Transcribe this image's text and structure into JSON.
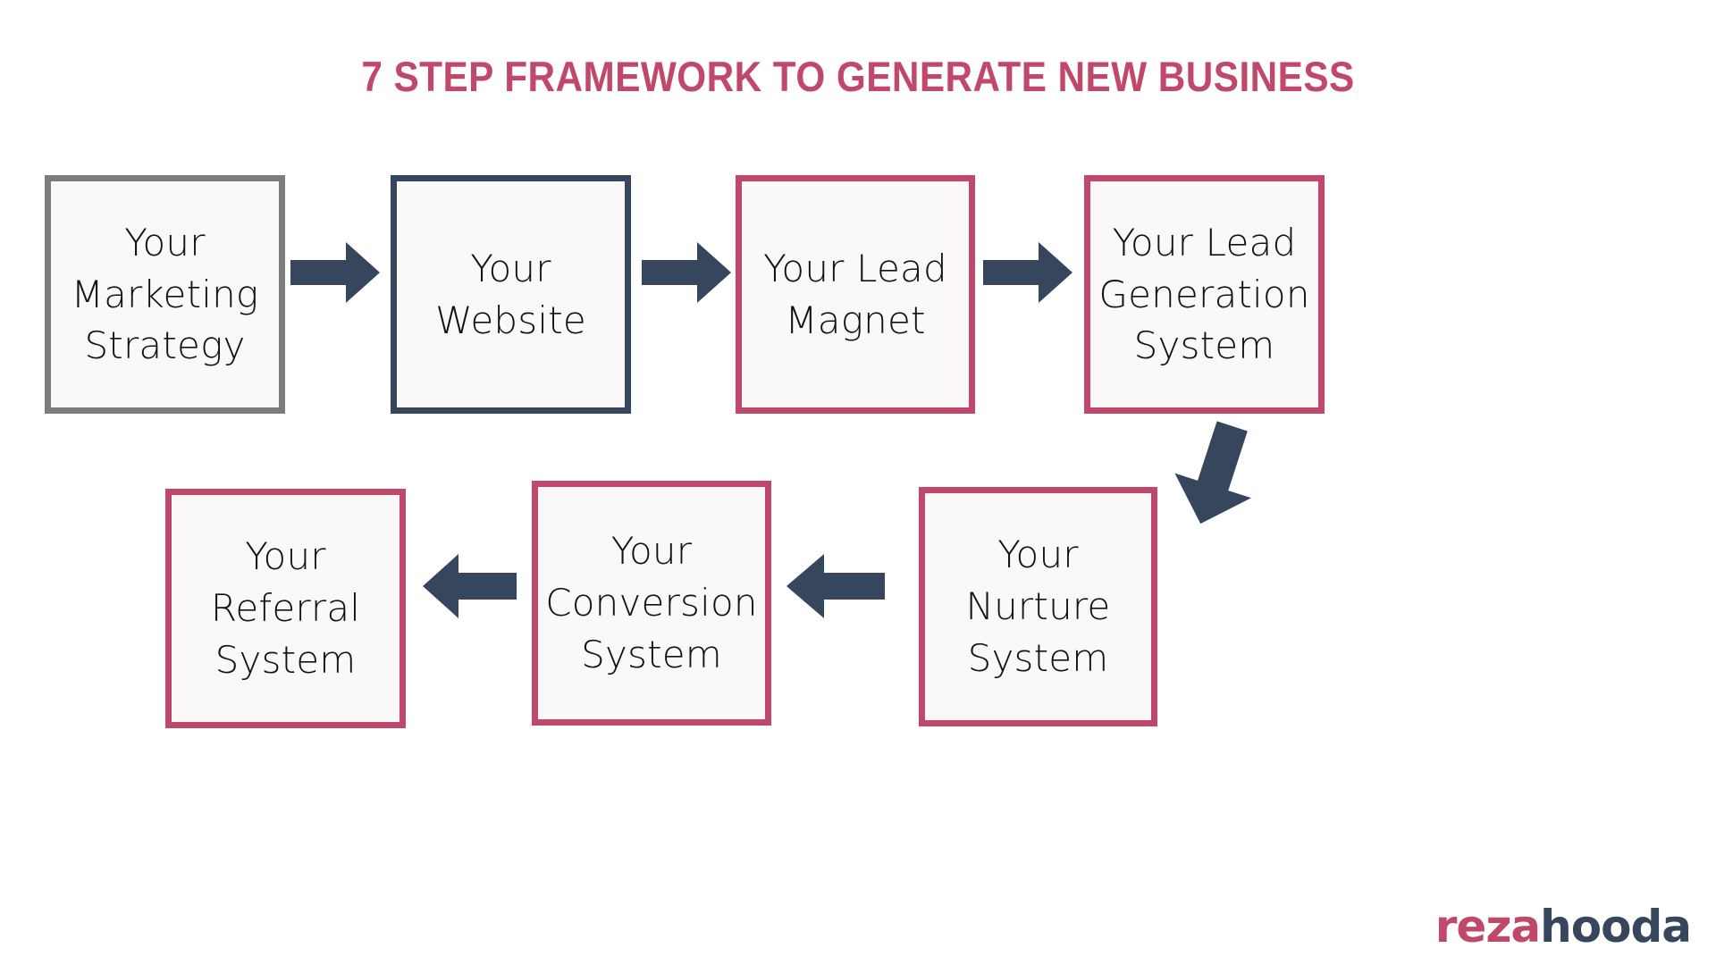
{
  "page": {
    "title": "7 STEP FRAMEWORK TO GENERATE NEW BUSINESS",
    "background_color": "#ffffff"
  },
  "colors": {
    "accent_pink": "#c0496b",
    "accent_navy": "#36465c",
    "accent_gray": "#7d7d7d",
    "box_fill": "#faf8f9",
    "text": "#121212"
  },
  "steps": [
    {
      "id": 1,
      "label": "Your\nMarketing\nStrategy",
      "border_color": "#7d7d7d",
      "row": "top",
      "order": 1
    },
    {
      "id": 2,
      "label": "Your\nWebsite",
      "border_color": "#36465c",
      "row": "top",
      "order": 2
    },
    {
      "id": 3,
      "label": "Your Lead\nMagnet",
      "border_color": "#c0496b",
      "row": "top",
      "order": 3
    },
    {
      "id": 4,
      "label": "Your Lead\nGeneration\nSystem",
      "border_color": "#c0496b",
      "row": "top",
      "order": 4
    },
    {
      "id": 5,
      "label": "Your Nurture\nSystem",
      "border_color": "#c0496b",
      "row": "bottom",
      "order": 5
    },
    {
      "id": 6,
      "label": "Your\nConversion\nSystem",
      "border_color": "#c0496b",
      "row": "bottom",
      "order": 6
    },
    {
      "id": 7,
      "label": "Your\nReferral\nSystem",
      "border_color": "#c0496b",
      "row": "bottom",
      "order": 7
    }
  ],
  "connectors": [
    {
      "id": "a1",
      "from": 1,
      "to": 2,
      "direction": "right",
      "icon": "arrow-right-icon"
    },
    {
      "id": "a2",
      "from": 2,
      "to": 3,
      "direction": "right",
      "icon": "arrow-right-icon"
    },
    {
      "id": "a3",
      "from": 3,
      "to": 4,
      "direction": "right",
      "icon": "arrow-right-icon"
    },
    {
      "id": "a4",
      "from": 4,
      "to": 5,
      "direction": "down-left",
      "icon": "arrow-down-left-icon"
    },
    {
      "id": "a5",
      "from": 5,
      "to": 6,
      "direction": "left",
      "icon": "arrow-left-icon"
    },
    {
      "id": "a6",
      "from": 6,
      "to": 7,
      "direction": "left",
      "icon": "arrow-left-icon"
    }
  ],
  "logo": {
    "part_one": "reza",
    "part_two": "hooda"
  }
}
